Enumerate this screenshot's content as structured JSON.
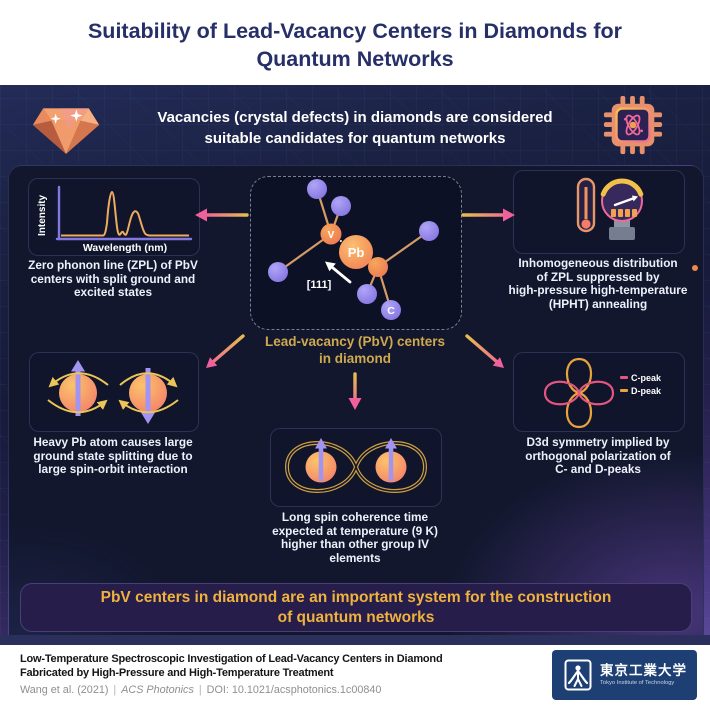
{
  "title": {
    "lines": [
      "Suitability of Lead-Vacancy Centers in Diamonds for",
      "Quantum Networks"
    ]
  },
  "banner": {
    "lines": [
      "Vacancies (crystal defects) in diamonds are considered",
      "suitable candidates for quantum networks"
    ],
    "left_icon": "diamond-gem-icon",
    "right_icon": "quantum-chip-icon"
  },
  "molecule": {
    "v_label": "V",
    "pb_label": "Pb",
    "c_label": "C",
    "axis_label": "[111]",
    "caption_lines": [
      "Lead-vacancy (PbV) centers",
      "in diamond"
    ]
  },
  "panels": {
    "zpl": {
      "ylabel": "Intensity",
      "xlabel": "Wavelength (nm)",
      "caption_lines": [
        "Zero phonon line (ZPL) of PbV",
        "centers with split ground and",
        "excited states"
      ]
    },
    "hpht": {
      "icons": [
        "thermometer-icon",
        "pressure-gauge-icon"
      ],
      "caption_lines": [
        "Inhomogeneous distribution",
        "of ZPL suppressed by",
        "high-pressure high-temperature",
        "(HPHT) annealing"
      ]
    },
    "spin_orbit": {
      "caption_lines": [
        "Heavy Pb atom causes large",
        "ground state splitting due to",
        "large spin-orbit interaction"
      ]
    },
    "coherence": {
      "caption_lines": [
        "Long spin coherence time",
        "expected at temperature (9 K)",
        "higher than other group IV",
        "elements"
      ]
    },
    "symmetry": {
      "legend": [
        {
          "label": "C-peak",
          "color": "#e4557f"
        },
        {
          "label": "D-peak",
          "color": "#e8a33f"
        }
      ],
      "caption_lines": [
        "D3d symmetry implied by",
        "orthogonal polarization of",
        "C- and D-peaks"
      ]
    }
  },
  "conclusion": {
    "lines": [
      "PbV centers in diamond are an important system for the construction",
      "of quantum networks"
    ]
  },
  "footer": {
    "paper_title_lines": [
      "Low-Temperature Spectroscopic Investigation of Lead-Vacancy Centers in Diamond",
      "Fabricated by High-Pressure and High-Temperature Treatment"
    ],
    "citation": {
      "authors": "Wang et al. (2021)",
      "sep": "|",
      "journal": "ACS Photonics",
      "doi": "DOI: 10.1021/acsphotonics.1c00840"
    },
    "logo": {
      "jp": "東京工業大学",
      "en": "Tokyo Institute of Technology"
    }
  },
  "colors": {
    "title_navy": "#262f68",
    "poster_bg": "#171b3a",
    "accent_gold": "#cfa94d",
    "conclusion_yellow": "#f0b23e",
    "arrow_tail_gold": "#e7bd4e",
    "arrow_head_pink": "#f0609a",
    "atom_orange": "#ef8a50",
    "atom_purple": "#8b7cf0",
    "spectrum_curve": "#ecab5f",
    "axis_purple": "#8377e0",
    "c_peak_pink": "#e4557f",
    "d_peak_orange": "#e8a33f",
    "logo_navy": "#1d3f73"
  },
  "chart_data": {
    "type": "line",
    "title": "",
    "xlabel": "Wavelength (nm)",
    "ylabel": "Intensity",
    "x_ticks": [],
    "y_ticks": [],
    "grid": false,
    "legend_shown": false,
    "series": [
      {
        "name": "PbV emission spectrum (ZPL with split states)",
        "x_relative": [
          0,
          0.3,
          0.34,
          0.38,
          0.41,
          0.44,
          0.47,
          0.5,
          0.54,
          0.58,
          0.62,
          0.68,
          1.0
        ],
        "y_relative": [
          0.03,
          0.03,
          0.25,
          1.0,
          0.18,
          0.08,
          0.12,
          0.06,
          0.42,
          0.52,
          0.18,
          0.04,
          0.03
        ]
      }
    ]
  }
}
